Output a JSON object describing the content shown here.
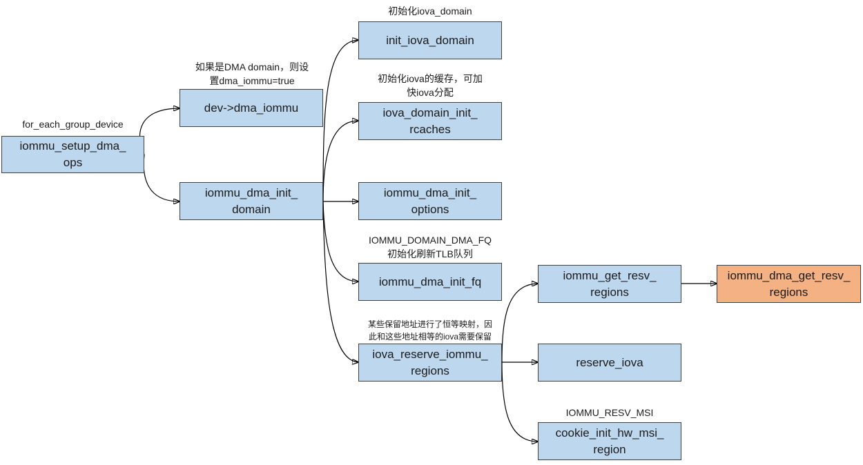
{
  "diagram": {
    "nodes": {
      "iommu_setup_dma_ops": {
        "label": "iommu_setup_dma_\nops",
        "note": "for_each_group_device"
      },
      "dev_dma_iommu": {
        "label": "dev->dma_iommu",
        "note": "如果是DMA domain，则设\n置dma_iommu=true"
      },
      "iommu_dma_init_domain": {
        "label": "iommu_dma_init_\ndomain"
      },
      "init_iova_domain": {
        "label": "init_iova_domain",
        "note": "初始化iova_domain"
      },
      "iova_domain_init_rcaches": {
        "label": "iova_domain_init_\nrcaches",
        "note": "初始化iova的缓存，可加\n快iova分配"
      },
      "iommu_dma_init_options": {
        "label": "iommu_dma_init_\noptions"
      },
      "iommu_dma_init_fq": {
        "label": "iommu_dma_init_fq",
        "note": "IOMMU_DOMAIN_DMA_FQ\n初始化刷新TLB队列"
      },
      "iova_reserve_iommu_regions": {
        "label": "iova_reserve_iommu_\nregions",
        "note": "某些保留地址进行了恒等映射，因\n此和这些地址相等的iova需要保留"
      },
      "iommu_get_resv_regions": {
        "label": "iommu_get_resv_\nregions"
      },
      "iommu_dma_get_resv_regions": {
        "label": "iommu_dma_get_resv_\nregions"
      },
      "reserve_iova": {
        "label": "reserve_iova"
      },
      "cookie_init_hw_msi_region": {
        "label": "cookie_init_hw_msi_\nregion",
        "note": "IOMMU_RESV_MSI"
      }
    },
    "colors": {
      "box_fill": "#bdd7ee",
      "highlight_fill": "#f4b183",
      "border": "#3f3f3f"
    }
  }
}
